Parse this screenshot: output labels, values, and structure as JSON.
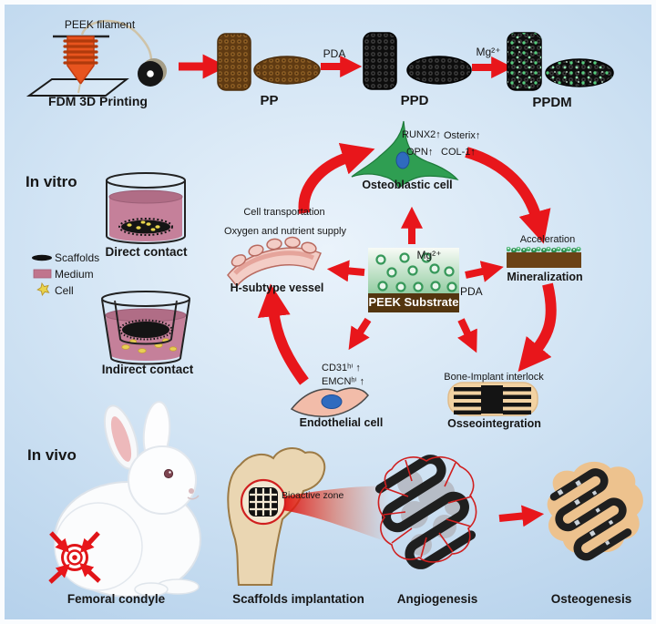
{
  "top": {
    "peek_filament": "PEEK filament",
    "fdm": "FDM 3D Printing",
    "pp": "PP",
    "pda": "PDA",
    "ppd": "PPD",
    "mg": "Mg²⁺",
    "ppdm": "PPDM"
  },
  "in_vitro": {
    "title": "In vitro",
    "direct": "Direct contact",
    "indirect": "Indirect contact",
    "legend": {
      "scaffolds": "Scaffolds",
      "medium": "Medium",
      "cell": "Cell"
    }
  },
  "cycle": {
    "osteoblast": {
      "runx2": "RUNX2↑",
      "osterix": "Osterix↑",
      "opn": "OPN↑",
      "col1": "COL-1↑",
      "label": "Osteoblastic cell"
    },
    "mineralization": {
      "note": "Acceleration",
      "label": "Mineralization"
    },
    "center": {
      "mg": "Mg²⁺",
      "peek": "PEEK Substrate",
      "pda": "PDA"
    },
    "vessel": {
      "note1": "Cell transportation",
      "note2": "Oxygen and nutrient supply",
      "label": "H-subtype vessel"
    },
    "endothelial": {
      "cd31": "CD31ʰⁱ ↑",
      "emcn": "EMCNʰⁱ ↑",
      "label": "Endothelial cell"
    },
    "osseo": {
      "note": "Bone-Implant interlock",
      "label": "Osseointegration"
    }
  },
  "in_vivo": {
    "title": "In vivo",
    "femoral": "Femoral condyle",
    "implantation": "Scaffolds implantation",
    "bioactive": "Bioactive zone",
    "angiogenesis": "Angiogenesis",
    "osteogenesis": "Osteogenesis"
  },
  "colors": {
    "arrow_red": "#e8161b",
    "scaffold_brown": "#7d4f1b",
    "scaffold_black": "#141414",
    "mg_green": "#3d9e5f",
    "medium_pink": "#c5809a",
    "bone_tan": "#ead6b2",
    "background_blue": "#bad5ed"
  }
}
